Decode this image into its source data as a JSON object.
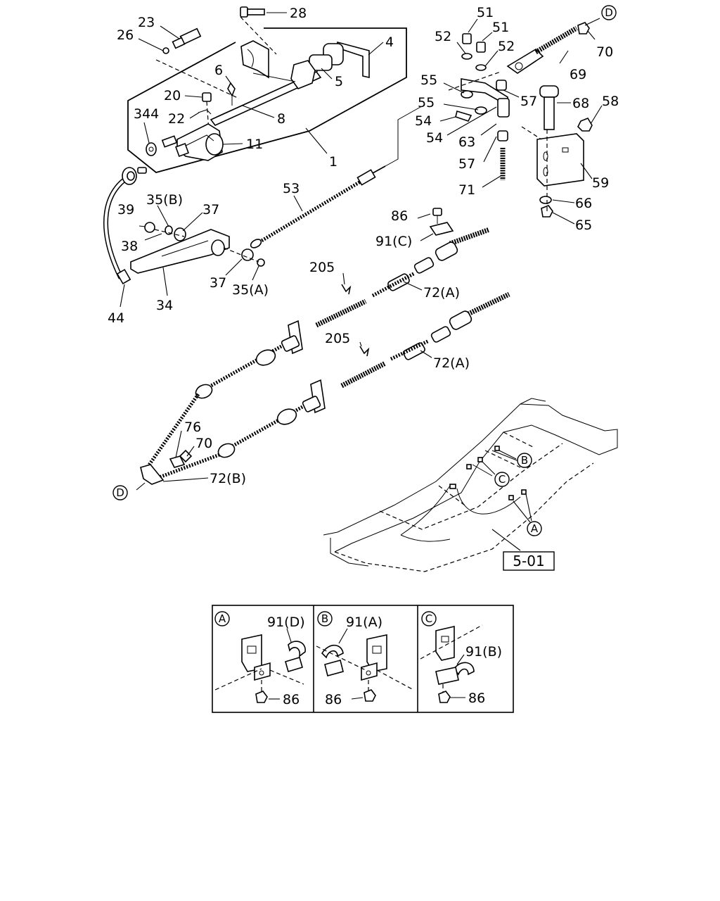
{
  "diagram": {
    "part_labels": {
      "p28": "28",
      "p23": "23",
      "p26": "26",
      "p4": "4",
      "p6": "6",
      "p5": "5",
      "p20": "20",
      "p8": "8",
      "p22": "22",
      "p344": "344",
      "p11": "11",
      "p1": "1",
      "p39": "39",
      "p35b": "35(B)",
      "p37a": "37",
      "p38": "38",
      "p37b": "37",
      "p35a": "35(A)",
      "p34": "34",
      "p44": "44",
      "p53": "53",
      "p51a": "51",
      "p51b": "51",
      "p52a": "52",
      "p52b": "52",
      "p55a": "55",
      "p55b": "55",
      "p54a": "54",
      "p54b": "54",
      "p57a": "57",
      "p57b": "57",
      "p63": "63",
      "p71": "71",
      "p68": "68",
      "p58": "58",
      "p69": "69",
      "p70a": "70",
      "p59": "59",
      "p66": "66",
      "p65": "65",
      "p86a": "86",
      "p91c": "91(C)",
      "p205a": "205",
      "p205b": "205",
      "p72a1": "72(A)",
      "p72a2": "72(A)",
      "p76": "76",
      "p70b": "70",
      "p72b": "72(B)",
      "p91d": "91(D)",
      "p91a": "91(A)",
      "p91b": "91(B)",
      "p86b": "86",
      "p86c": "86",
      "p86d": "86"
    },
    "callouts": {
      "d_top": "D",
      "d_bottom": "D",
      "b_frame": "B",
      "c_frame": "C",
      "a_frame": "A",
      "a_detail": "A",
      "b_detail": "B",
      "c_detail": "C"
    },
    "reference_box": "5-01"
  }
}
